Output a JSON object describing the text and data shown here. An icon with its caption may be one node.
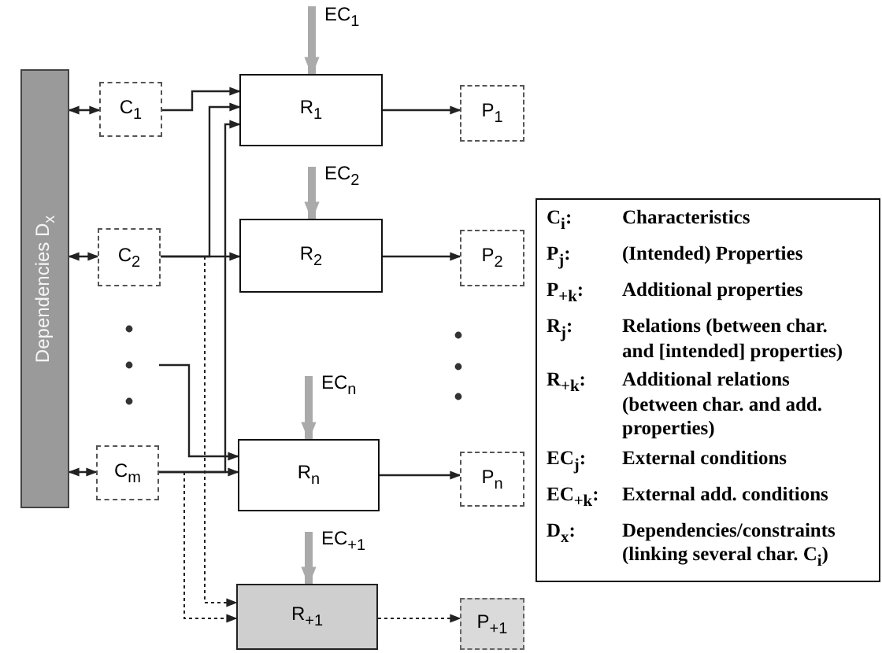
{
  "diagram": {
    "nodes": [
      {
        "text": [
          "Dependencies D$_{x}$"
        ]
      },
      {
        "text": [
          "C$_{1}$"
        ]
      },
      {
        "text": [
          "C$_{2}$"
        ]
      },
      {
        "text": [
          "C$_{m}$"
        ]
      },
      {
        "text": [
          "R$_{1}$"
        ]
      },
      {
        "text": [
          "R$_{2}$"
        ]
      },
      {
        "text": [
          "R$_{n}$"
        ]
      },
      {
        "text": [
          "R$_{+1}$"
        ]
      },
      {
        "text": [
          "P$_{1}$"
        ]
      },
      {
        "text": [
          "P$_{2}$"
        ]
      },
      {
        "text": [
          "P$_{n}$"
        ]
      },
      {
        "text": [
          "P$_{+1}$"
        ]
      }
    ],
    "edges": [
      {
        "from": 0,
        "to": 1,
        "arrow": "both"
      },
      {
        "from": 0,
        "to": 2,
        "arrow": "both"
      },
      {
        "from": 0,
        "to": 3,
        "arrow": "both"
      },
      {
        "from": 1,
        "to": 4,
        "arrow": "to"
      },
      {
        "from": 2,
        "to": 4,
        "arrow": "to"
      },
      {
        "from": 3,
        "to": 4,
        "arrow": "to"
      },
      {
        "from": 2,
        "to": 5,
        "arrow": "to"
      },
      {
        "from": null,
        "to": 6,
        "arrow": "to"
      },
      {
        "from": 3,
        "to": 6,
        "arrow": "to"
      },
      {
        "from": 2,
        "to": 7,
        "arrow": "to",
        "style": "dashed"
      },
      {
        "from": 3,
        "to": 7,
        "arrow": "to",
        "style": "dashed"
      },
      {
        "from": 4,
        "to": 8,
        "arrow": "to"
      },
      {
        "from": 5,
        "to": 9,
        "arrow": "to"
      },
      {
        "from": 6,
        "to": 10,
        "arrow": "to"
      },
      {
        "from": 7,
        "to": 11,
        "arrow": "to",
        "style": "dashed"
      },
      {
        "from": null,
        "to": 4,
        "arrow": "to",
        "label": "EC$_{1}$",
        "style": "thick",
        "color": "#aaaaaa"
      },
      {
        "from": null,
        "to": 5,
        "arrow": "to",
        "label": "EC$_{2}$",
        "style": "thick",
        "color": "#aaaaaa"
      },
      {
        "from": null,
        "to": 6,
        "arrow": "to",
        "label": "EC$_{n}$",
        "style": "thick",
        "color": "#aaaaaa"
      },
      {
        "from": null,
        "to": 7,
        "arrow": "to",
        "label": "EC$_{+1}$",
        "style": "thick",
        "color": "#aaaaaa"
      }
    ],
    "labels": [
      "C$_{i}$:",
      "Characteristics",
      "P$_{j}$:",
      "(Intended) Properties",
      "P$_{+k}$:",
      "Additional properties",
      "R$_{j}$:",
      "Relations (between char. and [intended] properties)",
      "R$_{+k}$:",
      "Additional relations (between char. and add. properties)",
      "EC$_{j}$:",
      "External conditions",
      "EC$_{+k}$:",
      "External add. conditions",
      "D$_{x}$:",
      "Dependencies/constraints (linking several char. C$_{i}$)"
    ]
  }
}
